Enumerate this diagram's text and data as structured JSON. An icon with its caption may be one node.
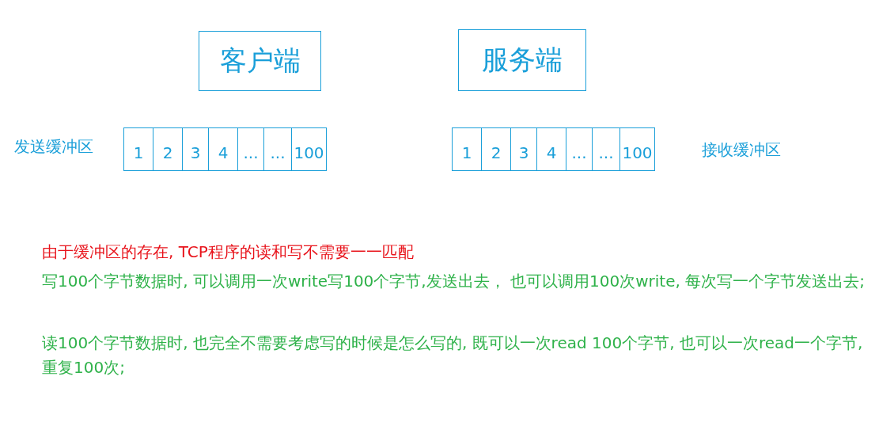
{
  "diagram": {
    "nodes": [
      {
        "text": [
          "客户端"
        ]
      },
      {
        "text": [
          "服务端"
        ]
      },
      {
        "text": [
          "1"
        ]
      },
      {
        "text": [
          "2"
        ]
      },
      {
        "text": [
          "3"
        ]
      },
      {
        "text": [
          "4"
        ]
      },
      {
        "text": [
          "..."
        ]
      },
      {
        "text": [
          "..."
        ]
      },
      {
        "text": [
          "100"
        ]
      },
      {
        "text": [
          "1"
        ]
      },
      {
        "text": [
          "2"
        ]
      },
      {
        "text": [
          "3"
        ]
      },
      {
        "text": [
          "4"
        ]
      },
      {
        "text": [
          "..."
        ]
      },
      {
        "text": [
          "..."
        ]
      },
      {
        "text": [
          "100"
        ]
      }
    ],
    "labels": [
      "发送缓冲区",
      "接收缓冲区",
      "由于缓冲区的存在, TCP程序的读和写不需要一一匹配",
      "写100个字节数据时, 可以调用一次write写100个字节,发送出去， 也可以调用100次write, 每次写一个字节发送出去;",
      "读100个字节数据时, 也完全不需要考虑写的时候是怎么写的, 既可以一次read 100个字节, 也可以一次read一个字节, 重复100次;"
    ]
  }
}
